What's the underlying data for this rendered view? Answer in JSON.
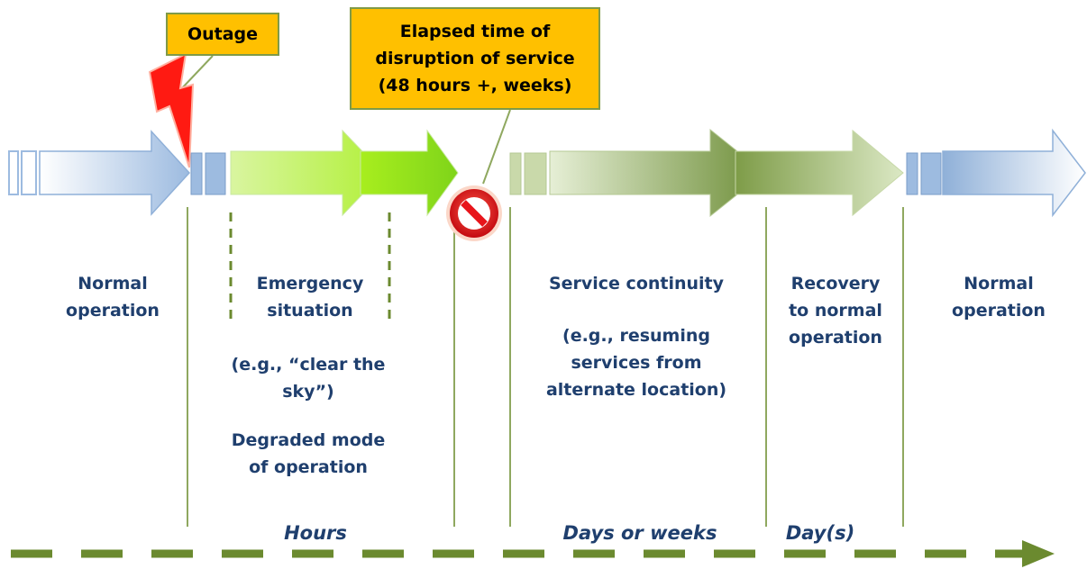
{
  "callouts": {
    "outage": "Outage",
    "elapsed": [
      "Elapsed time of",
      "disruption of service",
      "(48 hours +, weeks)"
    ]
  },
  "phases": {
    "normal_start": [
      "Normal",
      "operation"
    ],
    "emergency": [
      "Emergency",
      "situation"
    ],
    "emergency_example": [
      "(e.g., “clear the",
      "sky”)"
    ],
    "degraded": [
      "Degraded mode",
      "of operation"
    ],
    "continuity": "Service continuity",
    "continuity_example": [
      "(e.g., resuming",
      "services from",
      "alternate location)"
    ],
    "recovery": [
      "Recovery",
      "to normal",
      "operation"
    ],
    "normal_end": [
      "Normal",
      "operation"
    ]
  },
  "timescale": {
    "hours": "Hours",
    "days_weeks": "Days or weeks",
    "days": "Day(s)"
  },
  "icons": {
    "lightning": "lightning-bolt-icon",
    "stop": "no-entry-icon"
  },
  "colors": {
    "text": "#1f3f6e",
    "callout_fill": "#ffc000",
    "callout_border": "#7f9a48",
    "normal_arrow": "#9dbbe0",
    "emergency_arrow": "#a6e22e",
    "continuity_arrow": "#9cb86a",
    "dashed_axis": "#6b8a2f",
    "stop_red": "#e8151b"
  }
}
